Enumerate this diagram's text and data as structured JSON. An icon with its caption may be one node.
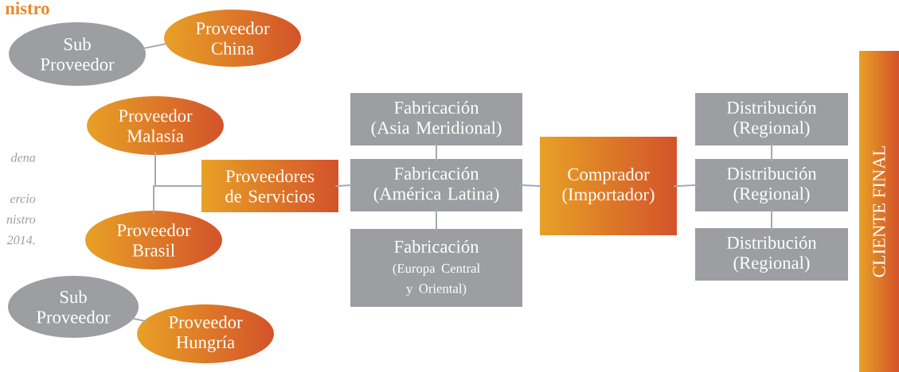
{
  "diagram": {
    "title": "nistro",
    "nodes": [
      {
        "text": [
          "Sub Proveedor"
        ]
      },
      {
        "text": [
          "Proveedor China"
        ]
      },
      {
        "text": [
          "Proveedor Malasía"
        ]
      },
      {
        "text": [
          "Proveedor Brasil"
        ]
      },
      {
        "text": [
          "Sub Proveedor"
        ]
      },
      {
        "text": [
          "Proveedor Hungría"
        ]
      },
      {
        "text": [
          "Proveedores de Servicios"
        ]
      },
      {
        "text": [
          "Fabricación",
          "(Asia Meridional)"
        ]
      },
      {
        "text": [
          "Fabricación",
          "(América Latina)"
        ]
      },
      {
        "text": [
          "Fabricación",
          "(Europa Central y Oriental)"
        ]
      },
      {
        "text": [
          "Comprador (Importador)"
        ]
      },
      {
        "text": [
          "Distribución",
          "(Regional)"
        ]
      },
      {
        "text": [
          "Distribución",
          "(Regional)"
        ]
      },
      {
        "text": [
          "Distribución",
          "(Regional)"
        ]
      },
      {
        "text": [
          "CLIENTE FINAL"
        ]
      }
    ],
    "edges": [
      {
        "from": 0,
        "to": 1,
        "arrow": "none"
      },
      {
        "from": 2,
        "to": 6,
        "arrow": "none"
      },
      {
        "from": 3,
        "to": 6,
        "arrow": "none"
      },
      {
        "from": 4,
        "to": 5,
        "arrow": "none"
      },
      {
        "from": 6,
        "to": 8,
        "arrow": "none"
      },
      {
        "from": 7,
        "to": 8,
        "arrow": "none"
      },
      {
        "from": 8,
        "to": 9,
        "arrow": "none"
      },
      {
        "from": 8,
        "to": 10,
        "arrow": "none"
      },
      {
        "from": 10,
        "to": 12,
        "arrow": "none"
      },
      {
        "from": 11,
        "to": 12,
        "arrow": "none"
      },
      {
        "from": 12,
        "to": 13,
        "arrow": "none"
      }
    ],
    "labels": [
      "dena",
      "ercio",
      "nistro",
      "2014."
    ]
  }
}
